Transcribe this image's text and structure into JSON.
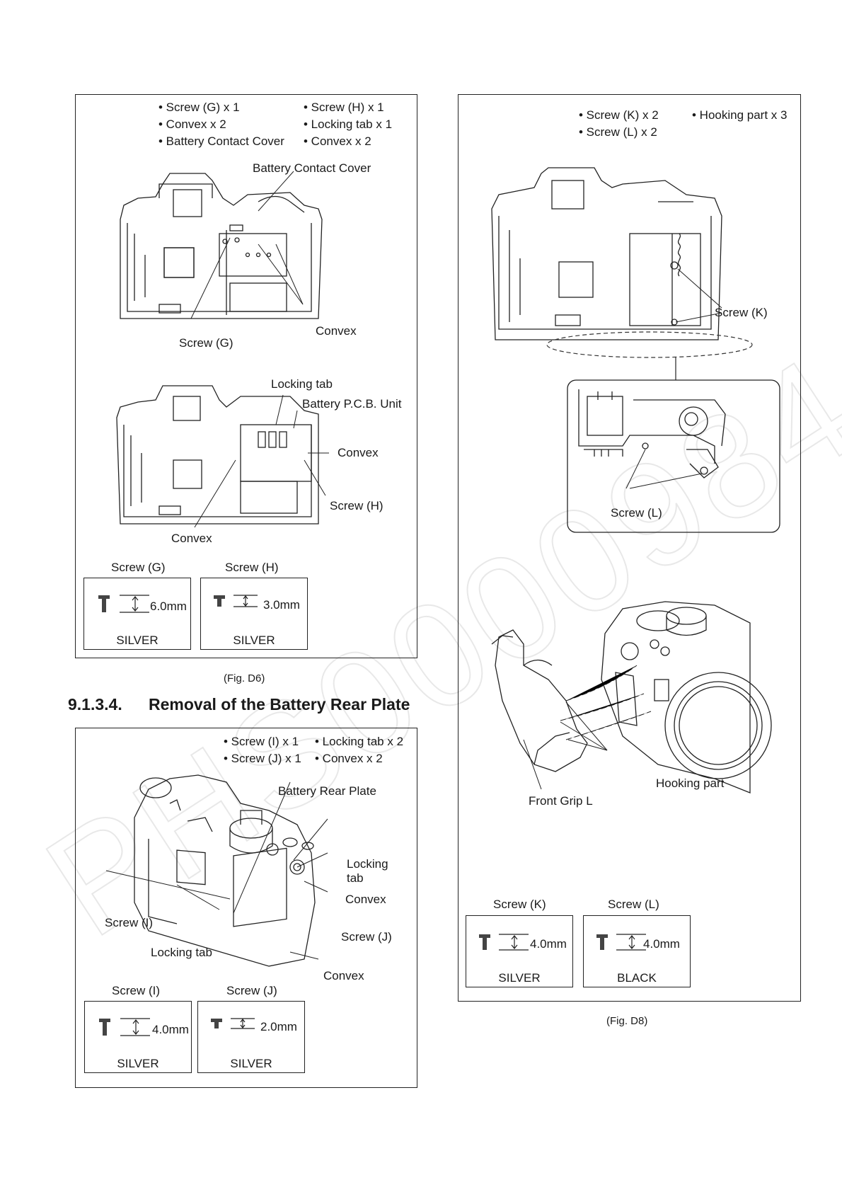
{
  "watermark_text": "PHS0000984",
  "fig_d6": {
    "parts_list": {
      "col1": [
        "• Screw (G) x 1",
        "• Convex x 2",
        "• Battery Contact Cover"
      ],
      "col2": [
        "• Screw (H) x 1",
        "• Locking tab x 1",
        "• Convex x 2"
      ]
    },
    "top_callouts": {
      "battery_contact_cover": "Battery Contact Cover",
      "convex": "Convex",
      "screw_g": "Screw (G)"
    },
    "bottom_callouts": {
      "locking_tab": "Locking tab",
      "battery_pcb": "Battery P.C.B. Unit",
      "convex_right": "Convex",
      "screw_h": "Screw (H)",
      "convex_left": "Convex"
    },
    "screws": [
      {
        "title": "Screw (G)",
        "length": "6.0mm",
        "color": "SILVER"
      },
      {
        "title": "Screw (H)",
        "length": "3.0mm",
        "color": "SILVER"
      }
    ],
    "caption": "(Fig. D6)"
  },
  "section": {
    "number": "9.1.3.4.",
    "title": "Removal of the Battery Rear Plate"
  },
  "fig_d7": {
    "parts_list": {
      "col1": [
        "• Screw (I) x 1",
        "• Screw (J) x 1"
      ],
      "col2": [
        "• Locking tab x 2",
        "• Convex x 2"
      ]
    },
    "callouts": {
      "battery_rear_plate": "Battery Rear Plate",
      "locking_tab_right_1": "Locking",
      "locking_tab_right_2": "tab",
      "convex_right": "Convex",
      "screw_i": "Screw (I)",
      "screw_j": "Screw (J)",
      "locking_tab_bottom": "Locking tab",
      "convex_bottom": "Convex"
    },
    "screws": [
      {
        "title": "Screw (I)",
        "length": "4.0mm",
        "color": "SILVER"
      },
      {
        "title": "Screw (J)",
        "length": "2.0mm",
        "color": "SILVER"
      }
    ]
  },
  "fig_d8": {
    "parts_list": {
      "col1": [
        "• Screw (K) x 2",
        "• Screw (L) x 2"
      ],
      "col2": [
        "• Hooking part x 3"
      ]
    },
    "callouts": {
      "screw_k": "Screw (K)",
      "screw_l": "Screw (L)",
      "hooking_part": "Hooking part",
      "front_grip": "Front Grip L"
    },
    "screws": [
      {
        "title": "Screw (K)",
        "length": "4.0mm",
        "color": "SILVER"
      },
      {
        "title": "Screw (L)",
        "length": "4.0mm",
        "color": "BLACK"
      }
    ],
    "caption": "(Fig. D8)"
  }
}
